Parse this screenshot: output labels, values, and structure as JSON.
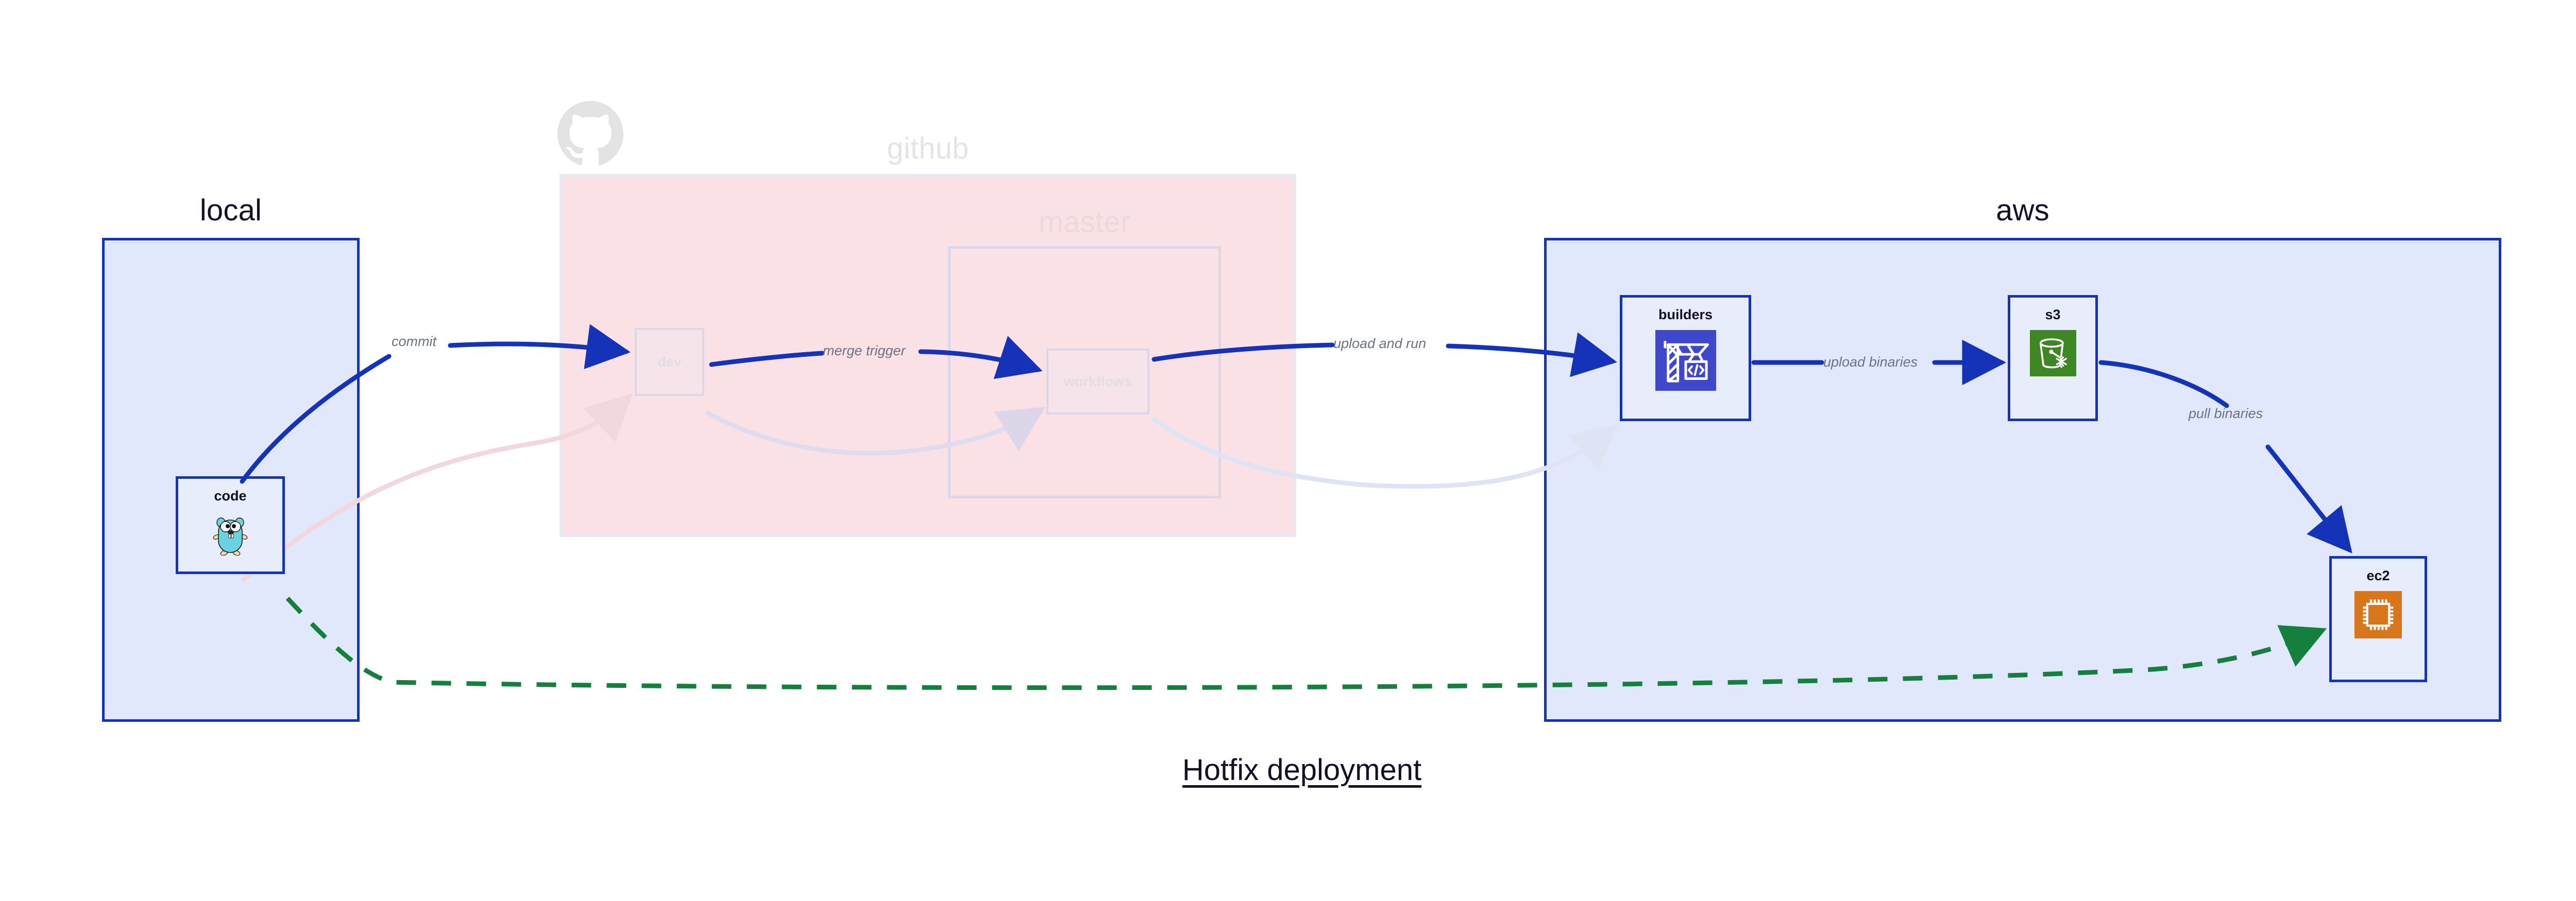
{
  "diagram": {
    "title": "Hotfix deployment",
    "clusters": [
      {
        "id": "local",
        "label": "local",
        "fill": "#e2e8fb",
        "stroke": "#1433b8",
        "faded": false
      },
      {
        "id": "github",
        "label": "github",
        "fill": "#fae1e6",
        "stroke": "#e8e8f1",
        "faded": true
      },
      {
        "id": "master",
        "label": "master",
        "fill": "#fae1e6",
        "stroke": "#ddd5e8",
        "faded": true
      },
      {
        "id": "aws",
        "label": "aws",
        "fill": "#e2e8fb",
        "stroke": "#1433b8",
        "faded": false
      }
    ],
    "nodes": [
      {
        "id": "code",
        "label": "code",
        "icon": "go-gopher-icon",
        "cluster": "local",
        "faded": false
      },
      {
        "id": "dev",
        "label": "dev",
        "icon": "none",
        "cluster": "github",
        "faded": true
      },
      {
        "id": "workflows",
        "label": "workflows",
        "icon": "none",
        "cluster": "master",
        "faded": true
      },
      {
        "id": "builders",
        "label": "builders",
        "icon": "aws-codebuild-icon",
        "cluster": "aws",
        "faded": false
      },
      {
        "id": "s3",
        "label": "s3",
        "icon": "aws-s3-glacier-icon",
        "cluster": "aws",
        "faded": false
      },
      {
        "id": "ec2",
        "label": "ec2",
        "icon": "aws-ec2-icon",
        "cluster": "aws",
        "faded": false
      }
    ],
    "edges": [
      {
        "id": "commit",
        "label": "commit",
        "from": "code",
        "to": "dev",
        "color": "#1433b8",
        "style": "solid",
        "faded": false
      },
      {
        "id": "merge-trigger",
        "label": "merge trigger",
        "from": "dev",
        "to": "workflows",
        "color": "#1433b8",
        "style": "solid",
        "faded": false
      },
      {
        "id": "upload-and-run",
        "label": "upload and run",
        "from": "workflows",
        "to": "builders",
        "color": "#1433b8",
        "style": "solid",
        "faded": false
      },
      {
        "id": "upload-binaries",
        "label": "upload binaries",
        "from": "builders",
        "to": "s3",
        "color": "#1433b8",
        "style": "solid",
        "faded": false
      },
      {
        "id": "pull-binaries",
        "label": "pull binaries",
        "from": "s3",
        "to": "ec2",
        "color": "#1433b8",
        "style": "solid",
        "faded": false
      },
      {
        "id": "hotfix-direct",
        "label": "",
        "from": "code",
        "to": "ec2",
        "color": "#15803d",
        "style": "dashed",
        "faded": false
      },
      {
        "id": "ghost-code-dev",
        "label": "",
        "from": "code",
        "to": "dev",
        "color": "#f3d7de",
        "style": "solid",
        "faded": true
      },
      {
        "id": "ghost-dev-workflows",
        "label": "",
        "from": "dev",
        "to": "workflows",
        "color": "#e0dced",
        "style": "solid",
        "faded": true
      },
      {
        "id": "ghost-workflows-build",
        "label": "",
        "from": "workflows",
        "to": "builders",
        "color": "#dfe4f5",
        "style": "solid",
        "faded": true
      }
    ],
    "logos": [
      {
        "id": "github-octocat",
        "name": "github-octocat-logo",
        "color": "#e3e3e3"
      }
    ],
    "colors": {
      "accent_blue": "#1433b8",
      "cluster_blue_fill": "#e2e8fb",
      "cluster_pink_fill": "#fae1e6",
      "node_fill": "#e8edfb",
      "green_dashed": "#15803d",
      "label_grey": "#6b7280",
      "faded_grey": "#e3e3e8",
      "aws_codebuild": "#3f48cc",
      "aws_s3_glacier": "#3f8624",
      "aws_ec2": "#d9761b",
      "gopher_body": "#69d4e0",
      "text_dark": "#131225"
    }
  }
}
